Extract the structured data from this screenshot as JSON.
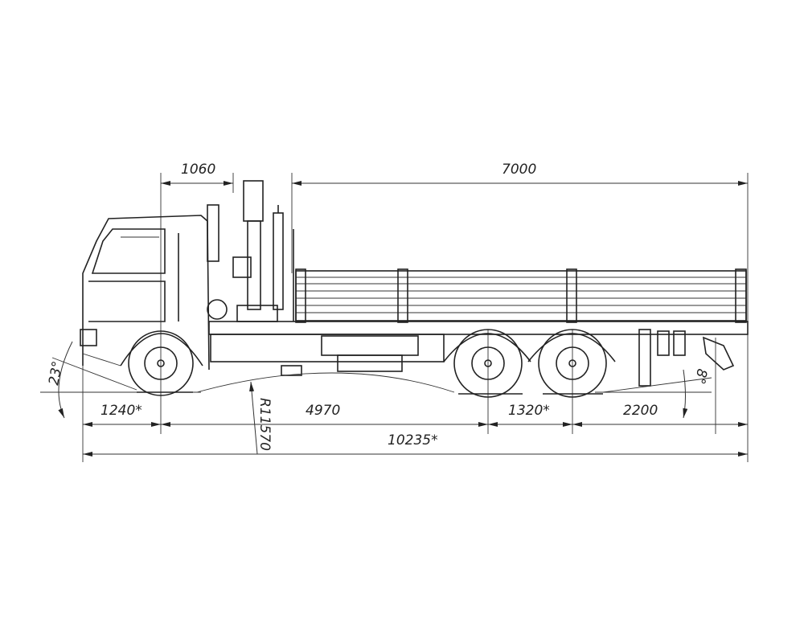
{
  "title": "Flatbed truck with crane — side view dimensions",
  "dimensions": {
    "crane_offset": "1060",
    "platform_length": "7000",
    "approach_angle": "23°",
    "front_overhang": "1240*",
    "ramp_radius": "R11570",
    "wheelbase": "4970",
    "bogie_spacing": "1320*",
    "rear_overhang": "2200",
    "departure_angle": "8°",
    "overall_length": "10235*"
  }
}
